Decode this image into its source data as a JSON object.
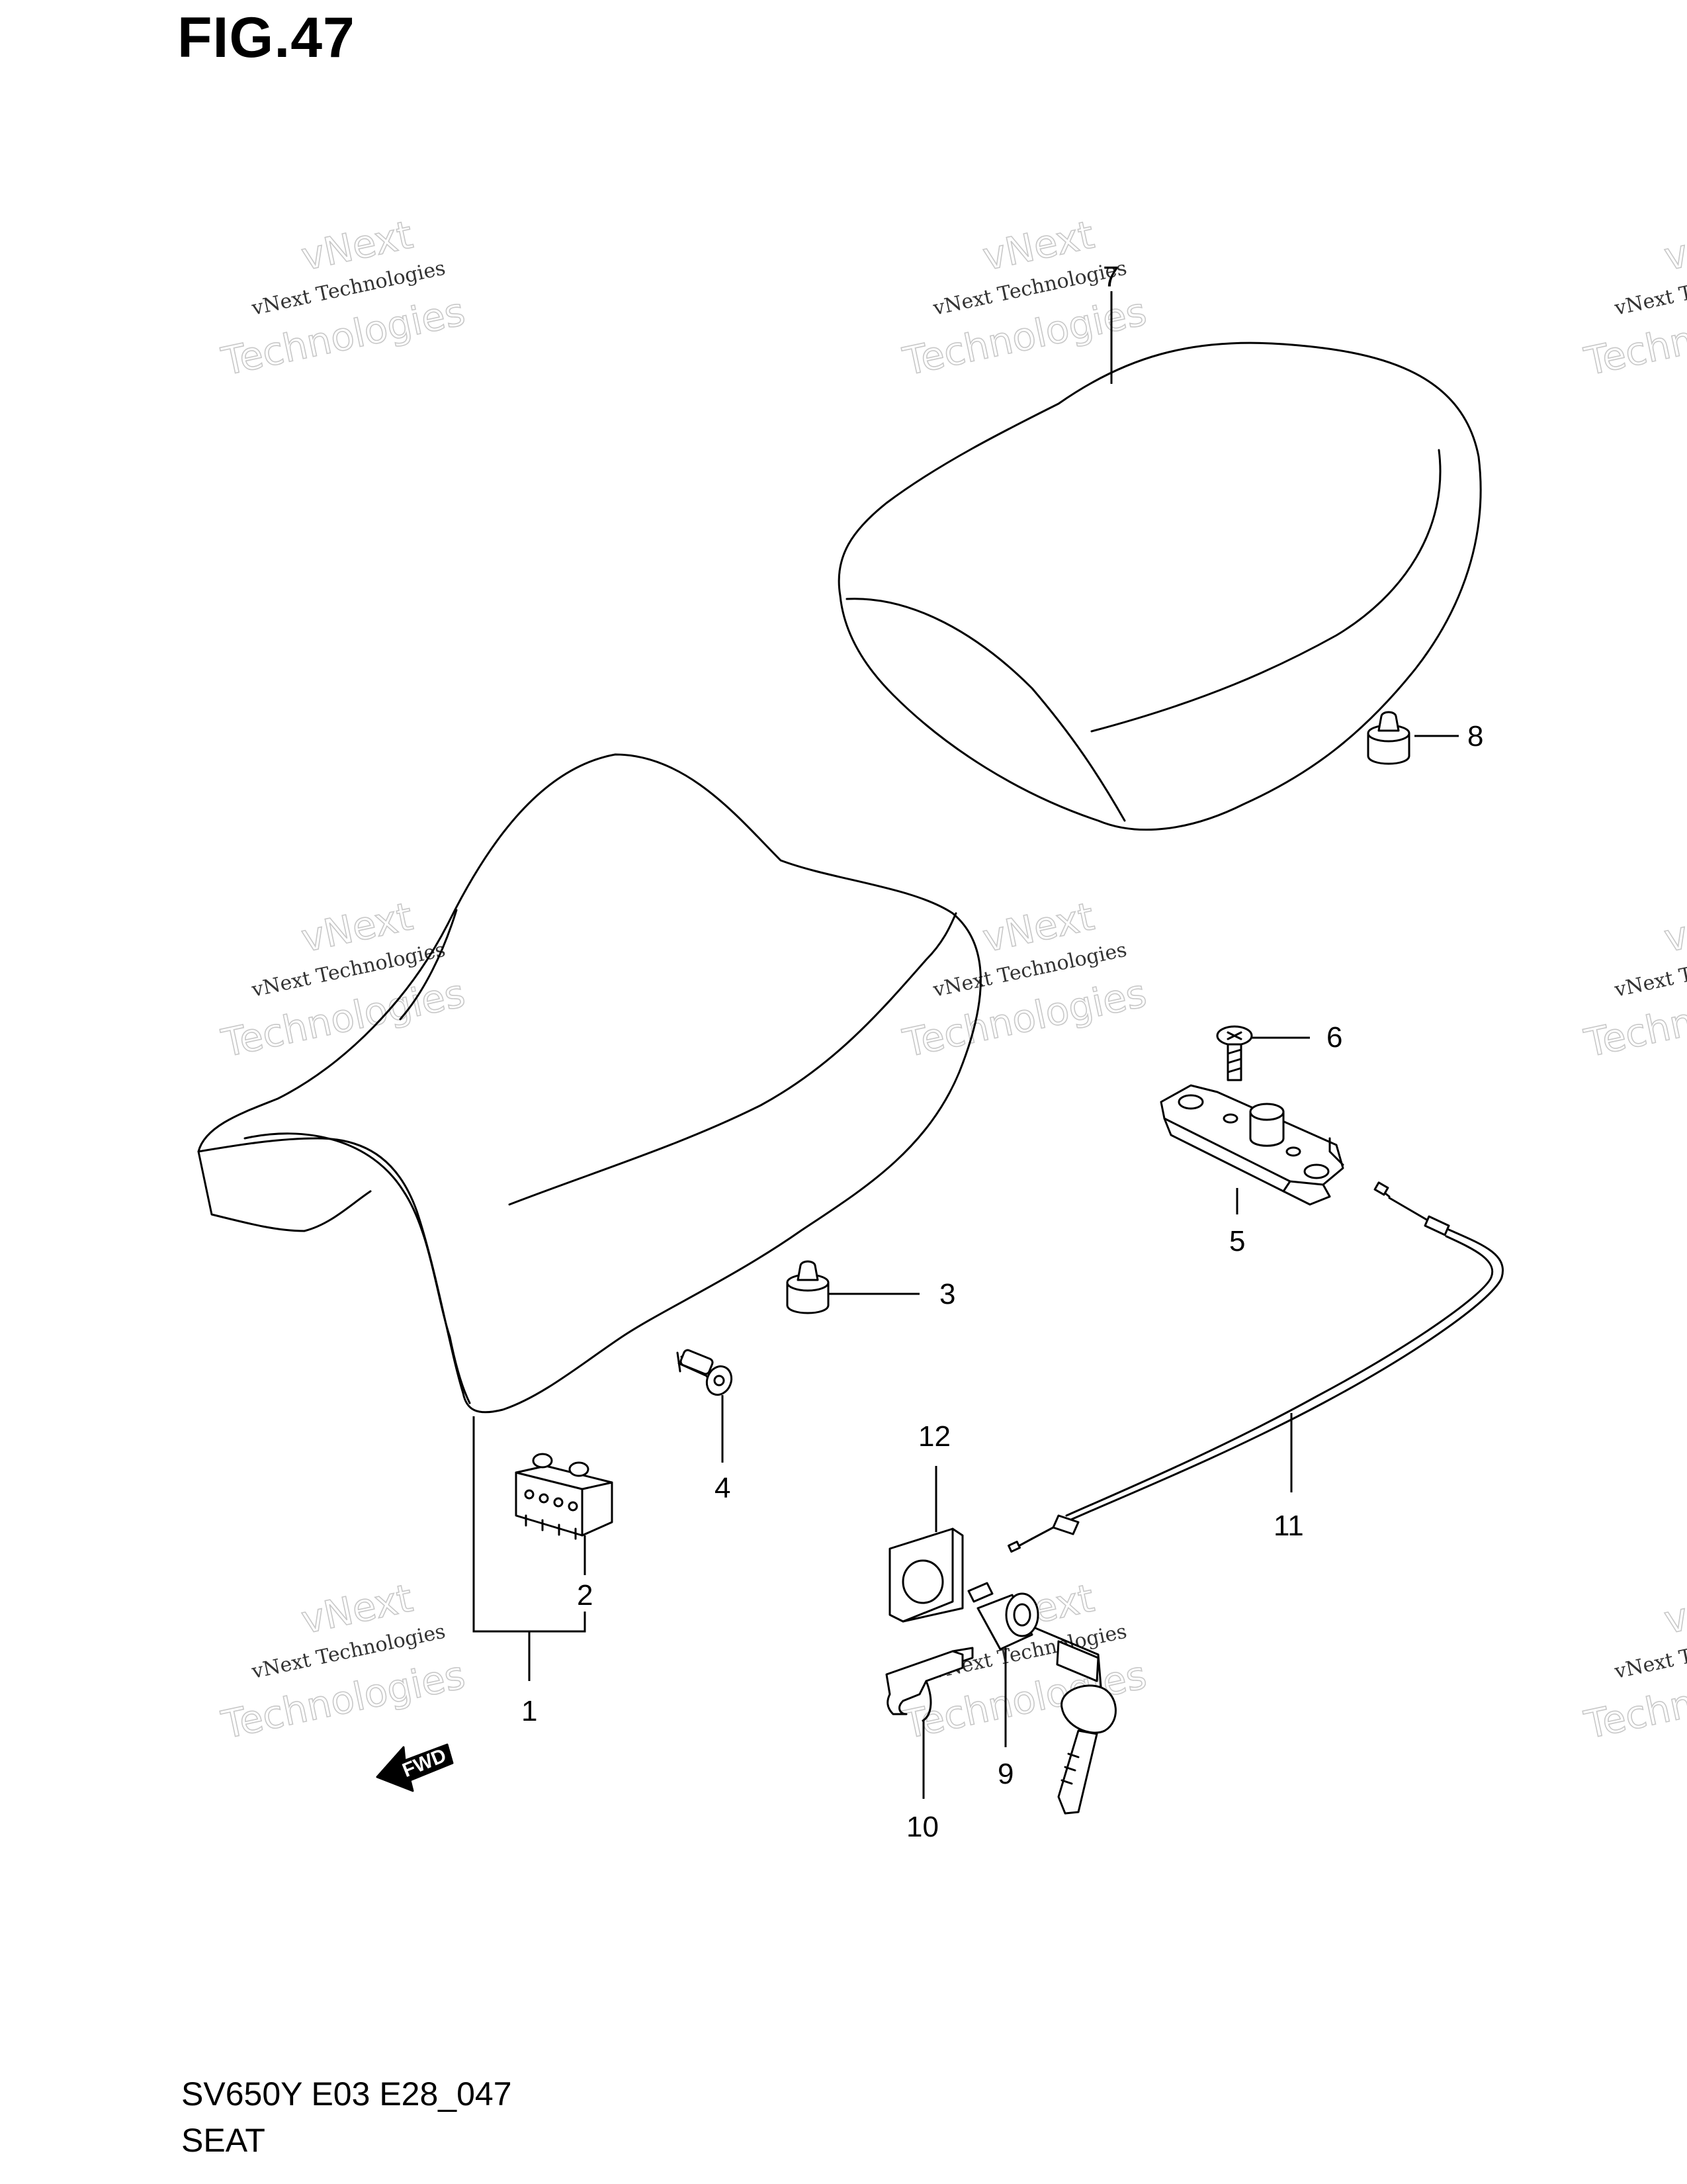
{
  "figure": {
    "title": "FIG.47"
  },
  "footer": {
    "model_code": "SV650Y E03 E28_047",
    "section_name": "SEAT"
  },
  "watermark": {
    "line1": "vNext",
    "line2": "vNext Technologies",
    "line3": "Technologies"
  },
  "direction_marker": {
    "label": "FWD"
  },
  "callouts": [
    {
      "id": "1",
      "label": "1"
    },
    {
      "id": "2",
      "label": "2"
    },
    {
      "id": "3",
      "label": "3"
    },
    {
      "id": "4",
      "label": "4"
    },
    {
      "id": "5",
      "label": "5"
    },
    {
      "id": "6",
      "label": "6"
    },
    {
      "id": "7",
      "label": "7"
    },
    {
      "id": "8",
      "label": "8"
    },
    {
      "id": "9",
      "label": "9"
    },
    {
      "id": "10",
      "label": "10"
    },
    {
      "id": "11",
      "label": "11"
    },
    {
      "id": "12",
      "label": "12"
    }
  ],
  "colors": {
    "line": "#000000",
    "background": "#ffffff",
    "watermark_outline": "#c8c8c8"
  }
}
